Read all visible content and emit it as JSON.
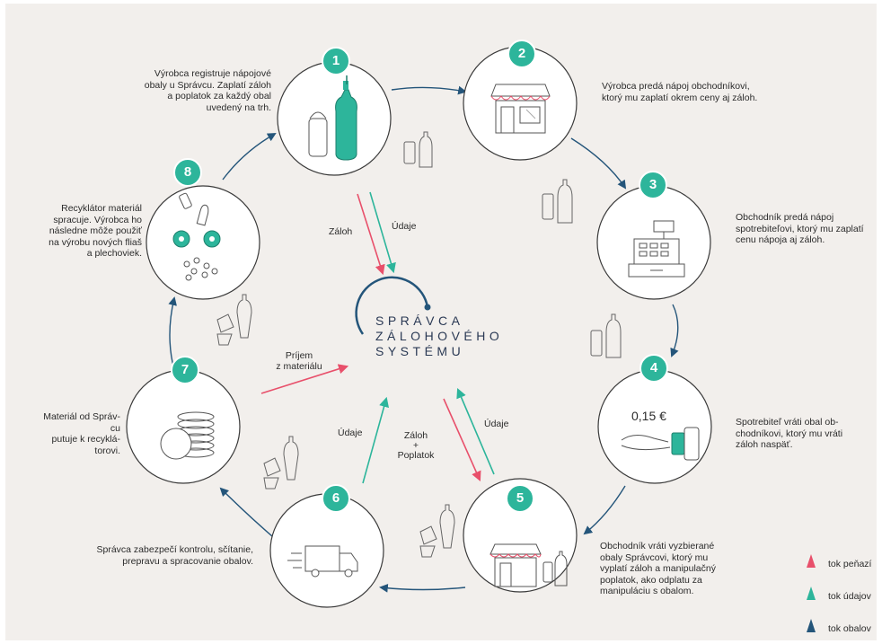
{
  "center": {
    "line1": "SPRÁVCA",
    "line2": "ZÁLOHOVÉHO",
    "line3": "SYSTÉMU"
  },
  "steps": [
    {
      "number": "1",
      "text": "Výrobca registruje nápojové\nobaly u Správcu. Zaplatí záloh\na poplatok za každý obal\nuvedený na trh."
    },
    {
      "number": "2",
      "text": "Výrobca predá nápoj obchodníkovi,\nktorý mu zaplatí okrem ceny aj záloh."
    },
    {
      "number": "3",
      "text": "Obchodník predá nápoj\nspotrebiteľovi, ktorý mu zaplatí\ncenu nápoja  aj záloh."
    },
    {
      "number": "4",
      "text": "Spotrebiteľ vráti obal ob-\nchodníkovi, ktorý mu vráti\nzáloh naspäť."
    },
    {
      "number": "5",
      "text": "Obchodník vráti vyzbierané\nobaly Správcovi, ktorý mu\nvyplatí záloh a manipulačný\npoplatok, ako odplatu za\nmanipuláciu s obalom."
    },
    {
      "number": "6",
      "text": "Správca zabezpečí kontrolu, sčítanie,\nprepravu a spracovanie obalov."
    },
    {
      "number": "7",
      "text": "Materiál od Správ-\ncu\nputuje k recyklá-\ntorovi."
    },
    {
      "number": "8",
      "text": "Recyklátor materiál\nspracuje. Výrobca ho\nnásledne môže použiť\nna výrobu nových fliaš\na plechoviek."
    }
  ],
  "flow_labels": {
    "zaloh_top": "Záloh",
    "udaje_top": "Údaje",
    "prijem": "Príjem\nz materiálu",
    "udaje_left": "Údaje",
    "zaloh_poplatok": "Záloh\n+\nPoplatok",
    "udaje_right": "Údaje"
  },
  "price_label": "0,15 €",
  "legend": [
    {
      "label": "tok peňazí",
      "color": "#e8506b"
    },
    {
      "label": "tok údajov",
      "color": "#2db59b"
    },
    {
      "label": "tok obalov",
      "color": "#24557a"
    }
  ],
  "colors": {
    "money": "#e8506b",
    "data": "#2db59b",
    "packaging": "#24557a",
    "badge": "#2db59b",
    "background": "#f2efec"
  },
  "icons": {
    "step1": "bottles-icon",
    "step2": "shop-icon",
    "step3": "cash-register-icon",
    "step4": "hand-return-icon",
    "step5": "shop-bottles-icon",
    "step6": "truck-icon",
    "step7": "coin-stack-icon",
    "step8": "recycling-icon"
  }
}
